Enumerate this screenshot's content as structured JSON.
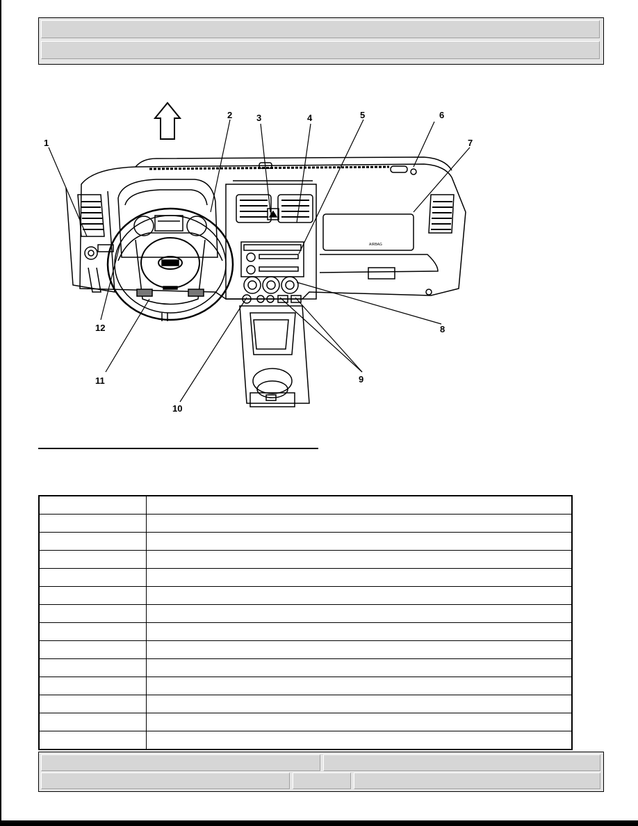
{
  "header": {
    "line1": "",
    "line2": ""
  },
  "figure": {
    "callouts": [
      "1",
      "2",
      "3",
      "4",
      "5",
      "6",
      "7",
      "8",
      "9",
      "10",
      "11",
      "12"
    ],
    "airbag_label": "AIRBAG"
  },
  "section_title": "",
  "legend_rows": [
    {
      "callout": "",
      "name": ""
    },
    {
      "callout": "",
      "name": ""
    },
    {
      "callout": "",
      "name": ""
    },
    {
      "callout": "",
      "name": ""
    },
    {
      "callout": "",
      "name": ""
    },
    {
      "callout": "",
      "name": ""
    },
    {
      "callout": "",
      "name": ""
    },
    {
      "callout": "",
      "name": ""
    },
    {
      "callout": "",
      "name": ""
    },
    {
      "callout": "",
      "name": ""
    },
    {
      "callout": "",
      "name": ""
    },
    {
      "callout": "",
      "name": ""
    },
    {
      "callout": "",
      "name": ""
    },
    {
      "callout": "",
      "name": ""
    }
  ],
  "footer": {
    "left": "",
    "right": "",
    "b1": "",
    "b2": "",
    "b3": ""
  }
}
